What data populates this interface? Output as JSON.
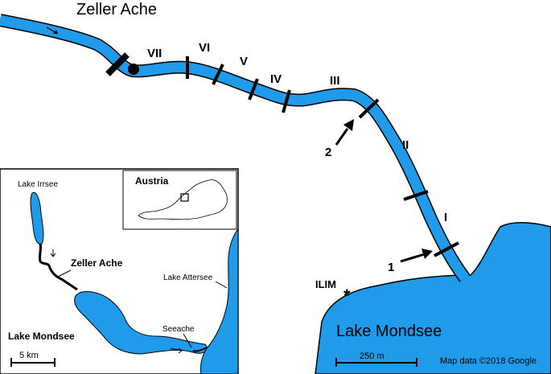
{
  "main_map": {
    "river_label": "Zeller Ache",
    "lake_label": "Lake Mondsee",
    "station_label": "ILIM",
    "scale_label": "250 m",
    "credit": "Map data ©2018 Google",
    "sections": [
      "VII",
      "VI",
      "V",
      "IV",
      "III",
      "II",
      "I"
    ],
    "arrows": [
      "1",
      "2"
    ],
    "colors": {
      "water": "#1f9be9",
      "outline": "#000000"
    }
  },
  "inset_map": {
    "lake_irrsee": "Lake Irrsee",
    "river": "Zeller Ache",
    "lake_attersee": "Lake Attersee",
    "lake_mondsee": "Lake Mondsee",
    "seeache": "Seeache",
    "scale_label": "5 km",
    "country": "Austria"
  }
}
